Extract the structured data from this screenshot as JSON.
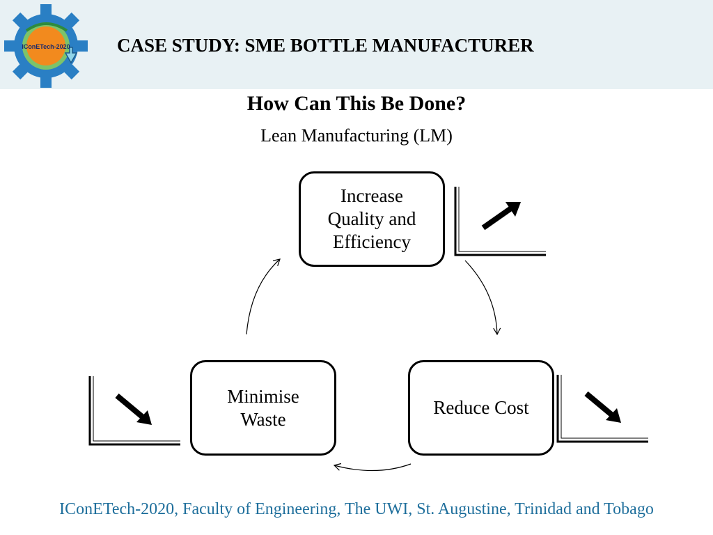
{
  "header": {
    "title": "CASE STUDY: SME BOTTLE MANUFACTURER",
    "logo_text": "IConETech-2020"
  },
  "slide": {
    "subtitle": "How Can This Be Done?",
    "method": "Lean Manufacturing (LM)"
  },
  "cycle": {
    "nodes": [
      {
        "label_lines": [
          "Increase",
          "Quality and",
          "Efficiency"
        ],
        "trend": "up-arrow"
      },
      {
        "label_lines": [
          "Reduce Cost"
        ],
        "trend": "down-arrow"
      },
      {
        "label_lines": [
          "Minimise",
          "Waste"
        ],
        "trend": "down-arrow"
      }
    ],
    "flow": "clockwise"
  },
  "footer": {
    "text": "IConETech-2020, Faculty of Engineering, The UWI, St. Augustine, Trinidad and Tobago"
  },
  "colors": {
    "header_band": "#e8f1f4",
    "footer_text": "#1f6f9c",
    "gear_blue": "#2a7fc4",
    "logo_orange": "#f28a1e"
  }
}
